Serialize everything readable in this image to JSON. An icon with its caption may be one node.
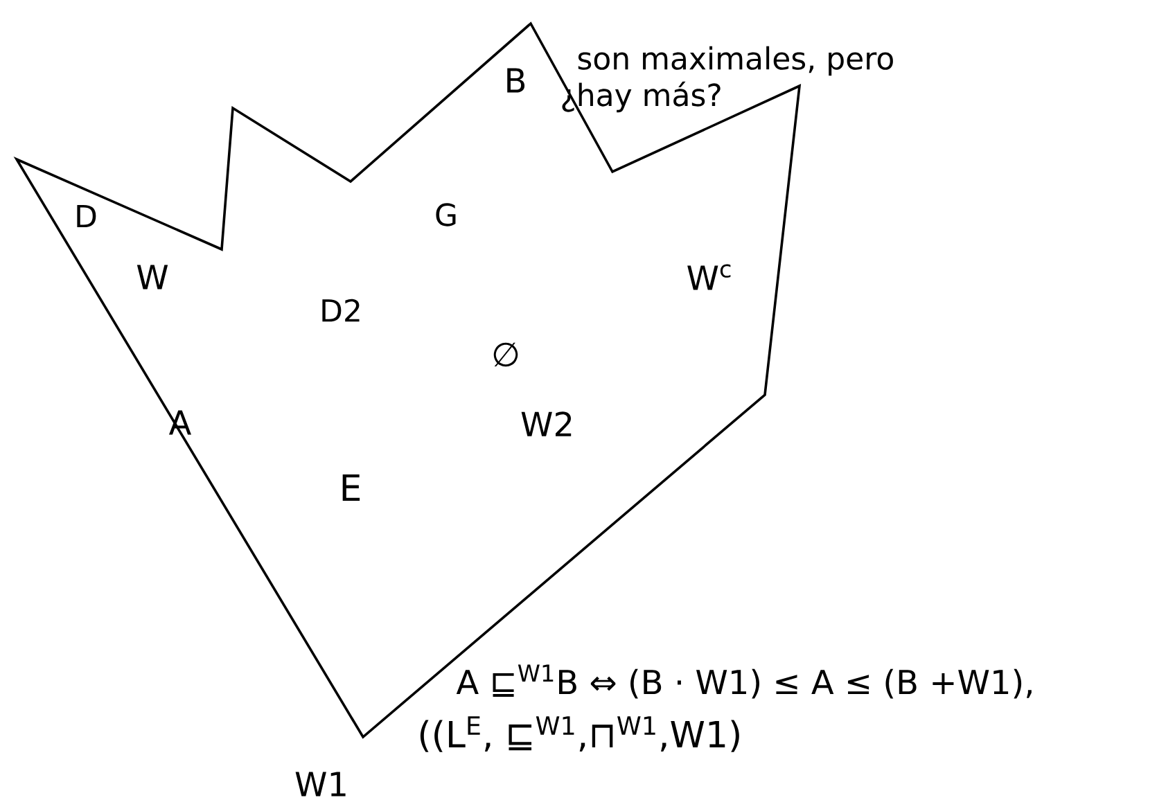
{
  "diagram": {
    "labels": [
      "B",
      "son maximales, pero",
      "¿hay más?",
      "D",
      "G",
      "W",
      "W$^{c}$",
      "D2",
      "∅",
      "A",
      "W2",
      "E",
      "A ⊑$^{W1}$B ⇔ (B · W1) ≤ A ≤ (B +W1),",
      "((L$^{E}$, ⊑$^{W1}$,⊓$^{W1}$,W1)",
      "W1"
    ]
  }
}
